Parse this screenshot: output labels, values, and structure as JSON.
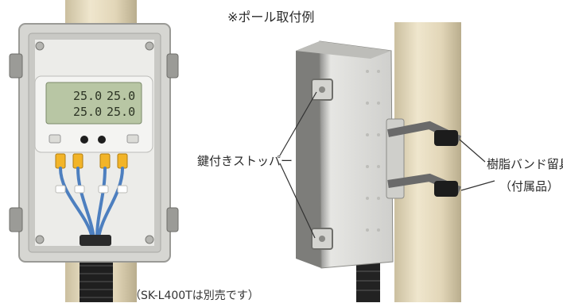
{
  "title": "※ポール取付例",
  "labels": {
    "stopper": "鍵付きストッパー",
    "band": "樹脂バンド留具",
    "band_sub": "（付属品）"
  },
  "note": "（SK-L400Tは別売です）",
  "display": {
    "row1_left": "25.0",
    "row1_right": "25.0",
    "row2_left": "25.0",
    "row2_right": "25.0"
  },
  "colors": {
    "pole": "#e9dfc4",
    "box": "#d9d9d6",
    "connector": "#f2b428",
    "cable": "#4d7fbf",
    "strap": "#6a6a6a",
    "text": "#2a2a2a"
  }
}
